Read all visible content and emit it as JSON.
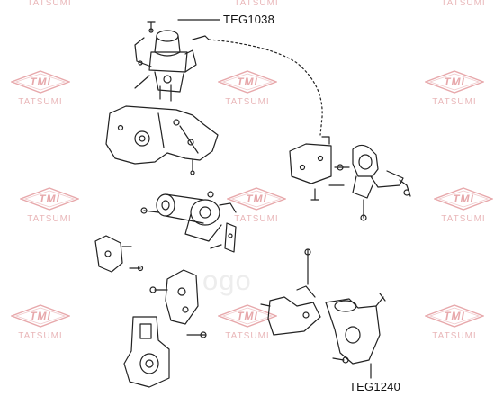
{
  "watermark": {
    "logo_text": "TMI",
    "brand_word": "TATSUMI",
    "color": "#e7a8ab"
  },
  "center_mark": {
    "text": "ogo"
  },
  "callouts": {
    "top_part": "TEG1038",
    "bottom_part": "TEG1240"
  },
  "colors": {
    "line_art": "#222222",
    "background": "#ffffff"
  }
}
